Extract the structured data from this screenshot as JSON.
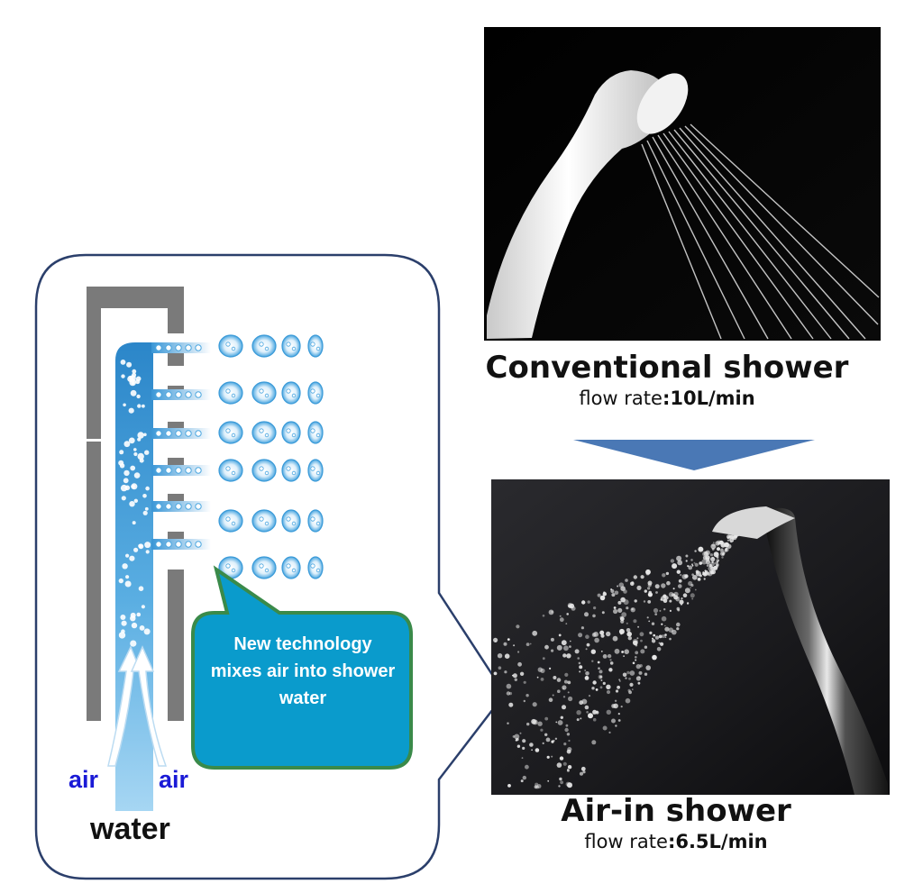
{
  "colors": {
    "pipe": "#7a7a7a",
    "water_top": "#2f8fd0",
    "water_bottom": "#8cc8ee",
    "callout_fill": "#0a9bcc",
    "callout_border": "#3a8a4a",
    "panel_border": "#2b3f6b",
    "arrow": "#4a78b5",
    "air_text": "#1a1ad6"
  },
  "conventional": {
    "title": "Conventional shower",
    "rate_label": "flow rate",
    "rate_sep": ":",
    "rate_value": "10L/min"
  },
  "airin": {
    "title": "Air-in shower",
    "rate_label": "flow rate",
    "rate_sep": ":",
    "rate_value": "6.5L/min"
  },
  "diagram": {
    "callout": "New technology mixes air into shower water",
    "air_left": "air",
    "air_right": "air",
    "water": "water"
  }
}
